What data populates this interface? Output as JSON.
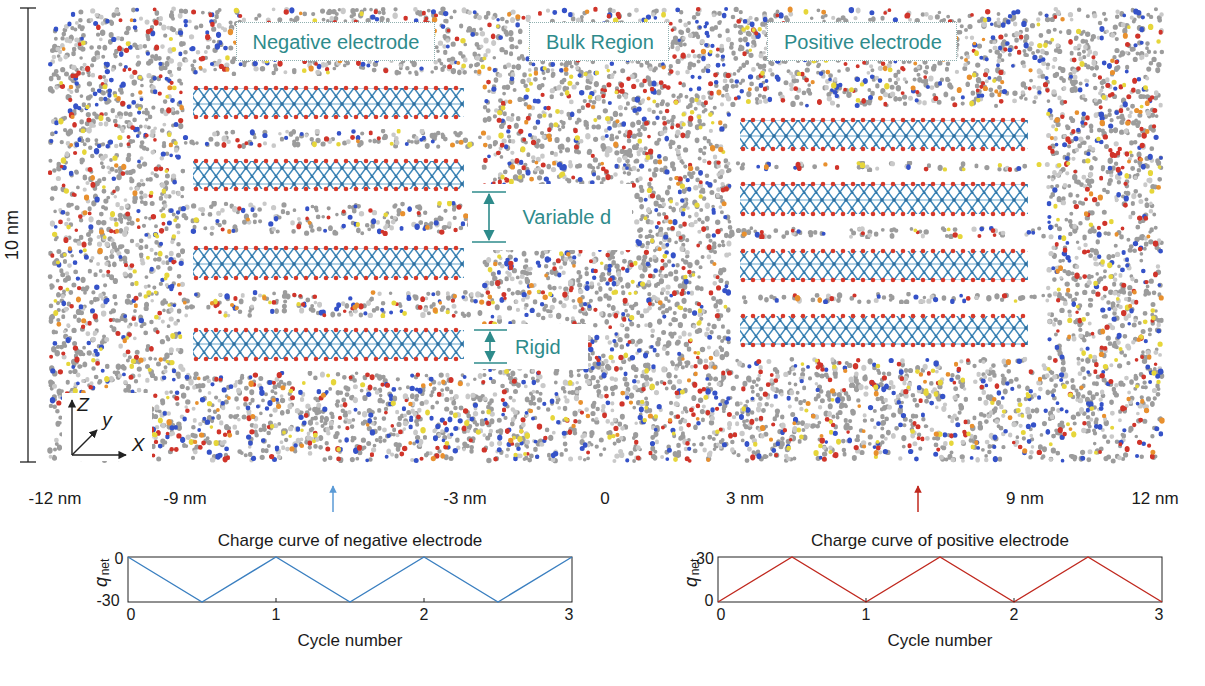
{
  "diagram": {
    "nodes": [
      {
        "text": [
          "Negative electrode"
        ]
      },
      {
        "text": [
          "Bulk Region"
        ]
      },
      {
        "text": [
          "Positive electrode"
        ]
      },
      {
        "text": [
          "Variable d"
        ]
      },
      {
        "text": [
          "Rigid"
        ]
      }
    ],
    "labels": [
      "10 nm",
      "Z",
      "y",
      "X",
      "-12 nm",
      "-9 nm",
      "-3 nm",
      "0",
      "3 nm",
      "9 nm",
      "12 nm",
      "Charge curve of negative electrode",
      "q",
      "net",
      "0",
      "-30",
      "0",
      "1",
      "2",
      "3",
      "Cycle number",
      "Charge curve of positive electrode",
      "q",
      "net",
      "30",
      "0",
      "0",
      "1",
      "2",
      "3",
      "Cycle number"
    ]
  }
}
